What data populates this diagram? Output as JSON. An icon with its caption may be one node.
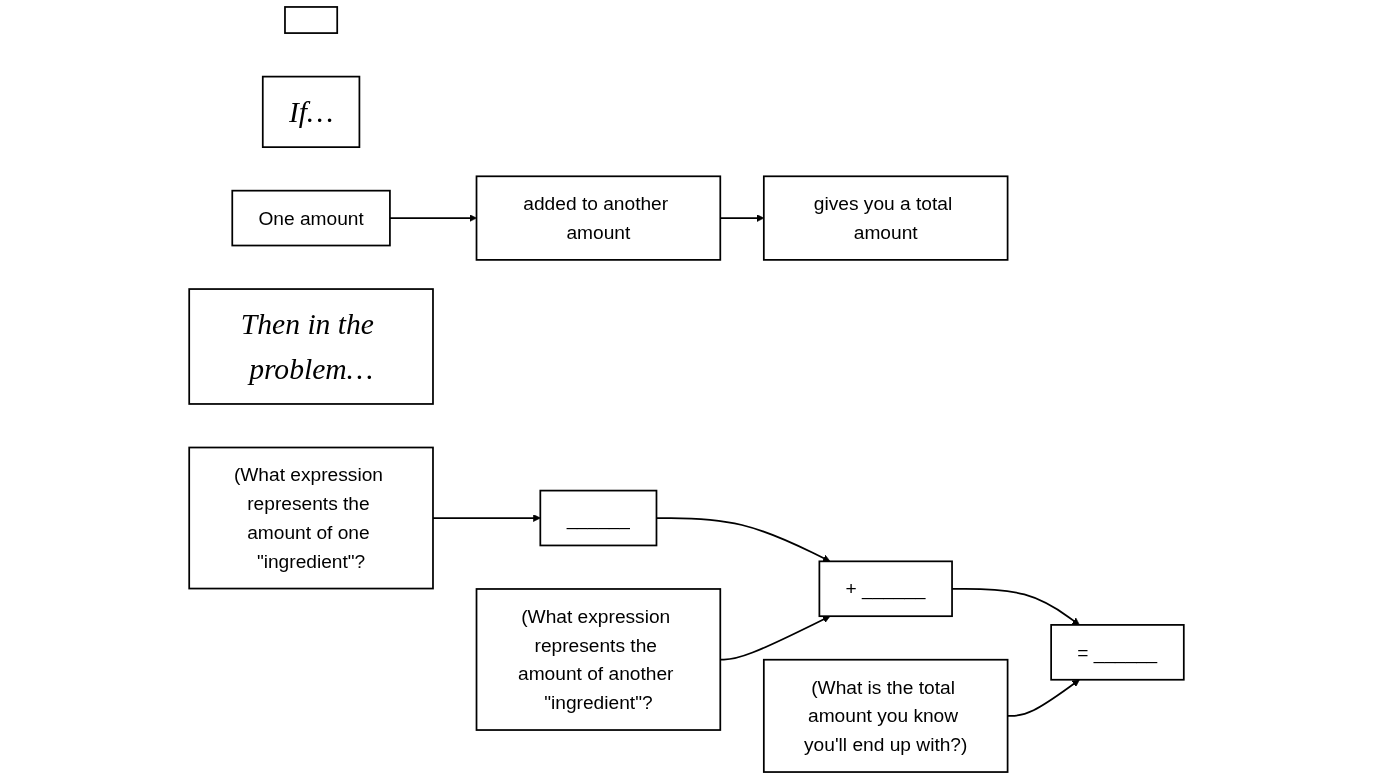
{
  "diagram": {
    "nodes": [
      {
        "text": [],
        "shape": "box"
      },
      {
        "text": [
          "If…"
        ]
      },
      {
        "text": [
          "One amount"
        ]
      },
      {
        "text": [
          "added to another amount"
        ]
      },
      {
        "text": [
          "gives you a total amount"
        ]
      },
      {
        "text": [
          "Then in the problem…"
        ]
      },
      {
        "text": [
          "______"
        ]
      },
      {
        "text": [
          "+ ______"
        ]
      },
      {
        "text": [
          "= ______"
        ]
      },
      {
        "text": [
          "(What expression represents the amount of one \"ingredient\"?"
        ]
      },
      {
        "text": [
          "(What expression represents the amount of another \"ingredient\"?"
        ]
      },
      {
        "text": [
          "(What is the total amount you know you'll end up with?)"
        ]
      }
    ],
    "edges": [
      {
        "from": 2,
        "to": 3,
        "arrow": "to"
      },
      {
        "from": 3,
        "to": 4,
        "arrow": "to"
      },
      {
        "from": 6,
        "to": 7,
        "arrow": "to"
      },
      {
        "from": 7,
        "to": 8,
        "arrow": "to"
      },
      {
        "from": 9,
        "to": 6,
        "arrow": "to"
      },
      {
        "from": 10,
        "to": 7,
        "arrow": "to"
      },
      {
        "from": 11,
        "to": 8,
        "arrow": "to"
      }
    ]
  }
}
